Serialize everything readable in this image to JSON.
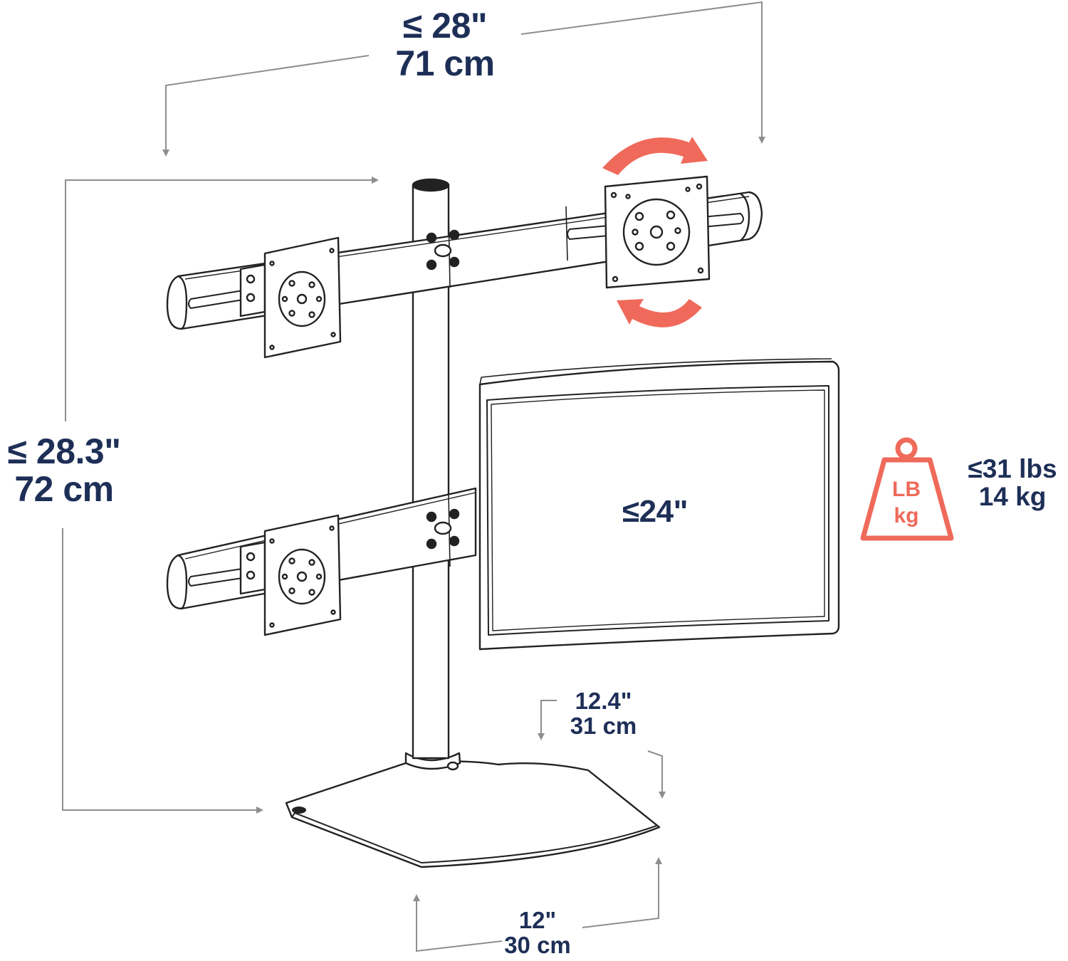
{
  "dimensions": {
    "width": {
      "imperial": "≤ 28\"",
      "metric": "71 cm"
    },
    "height": {
      "imperial": "≤ 28.3\"",
      "metric": "72 cm"
    },
    "screen_size": "≤24\"",
    "weight": {
      "imperial": "≤31 lbs",
      "metric": "14 kg"
    },
    "base_depth": {
      "imperial": "12.4\"",
      "metric": "31 cm"
    },
    "base_width": {
      "imperial": "12\"",
      "metric": "30 cm"
    }
  },
  "weight_icon": {
    "name": "weight-icon",
    "line1": "LB",
    "line2": "kg",
    "color": "#ef6a5a"
  },
  "colors": {
    "text": "#1e2f57",
    "accent": "#ef6a5a",
    "dimension_lines": "#8e8e8e",
    "line_art": "#222222"
  }
}
